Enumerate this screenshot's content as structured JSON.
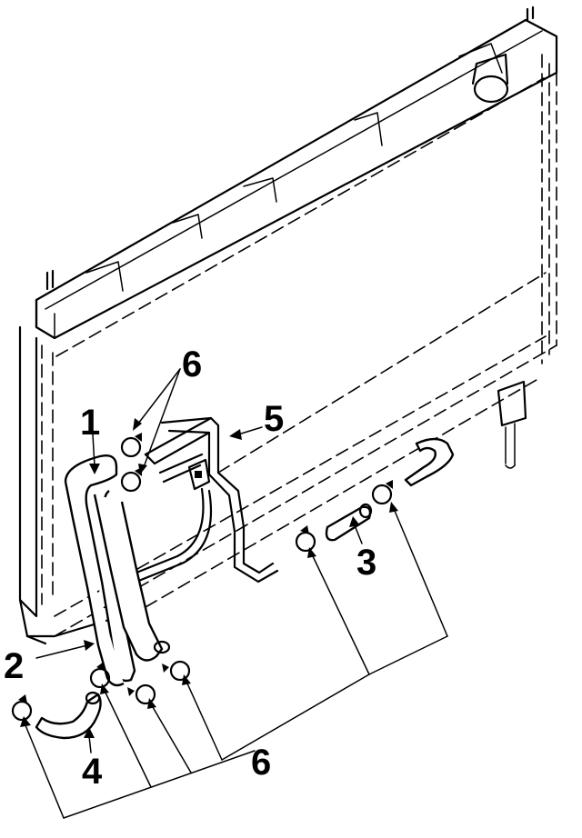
{
  "callouts": [
    {
      "id": "1",
      "text": "1"
    },
    {
      "id": "2",
      "text": "2"
    },
    {
      "id": "3",
      "text": "3"
    },
    {
      "id": "4",
      "text": "4"
    },
    {
      "id": "5",
      "text": "5"
    },
    {
      "id": "6a",
      "text": "6"
    },
    {
      "id": "6b",
      "text": "6"
    }
  ]
}
